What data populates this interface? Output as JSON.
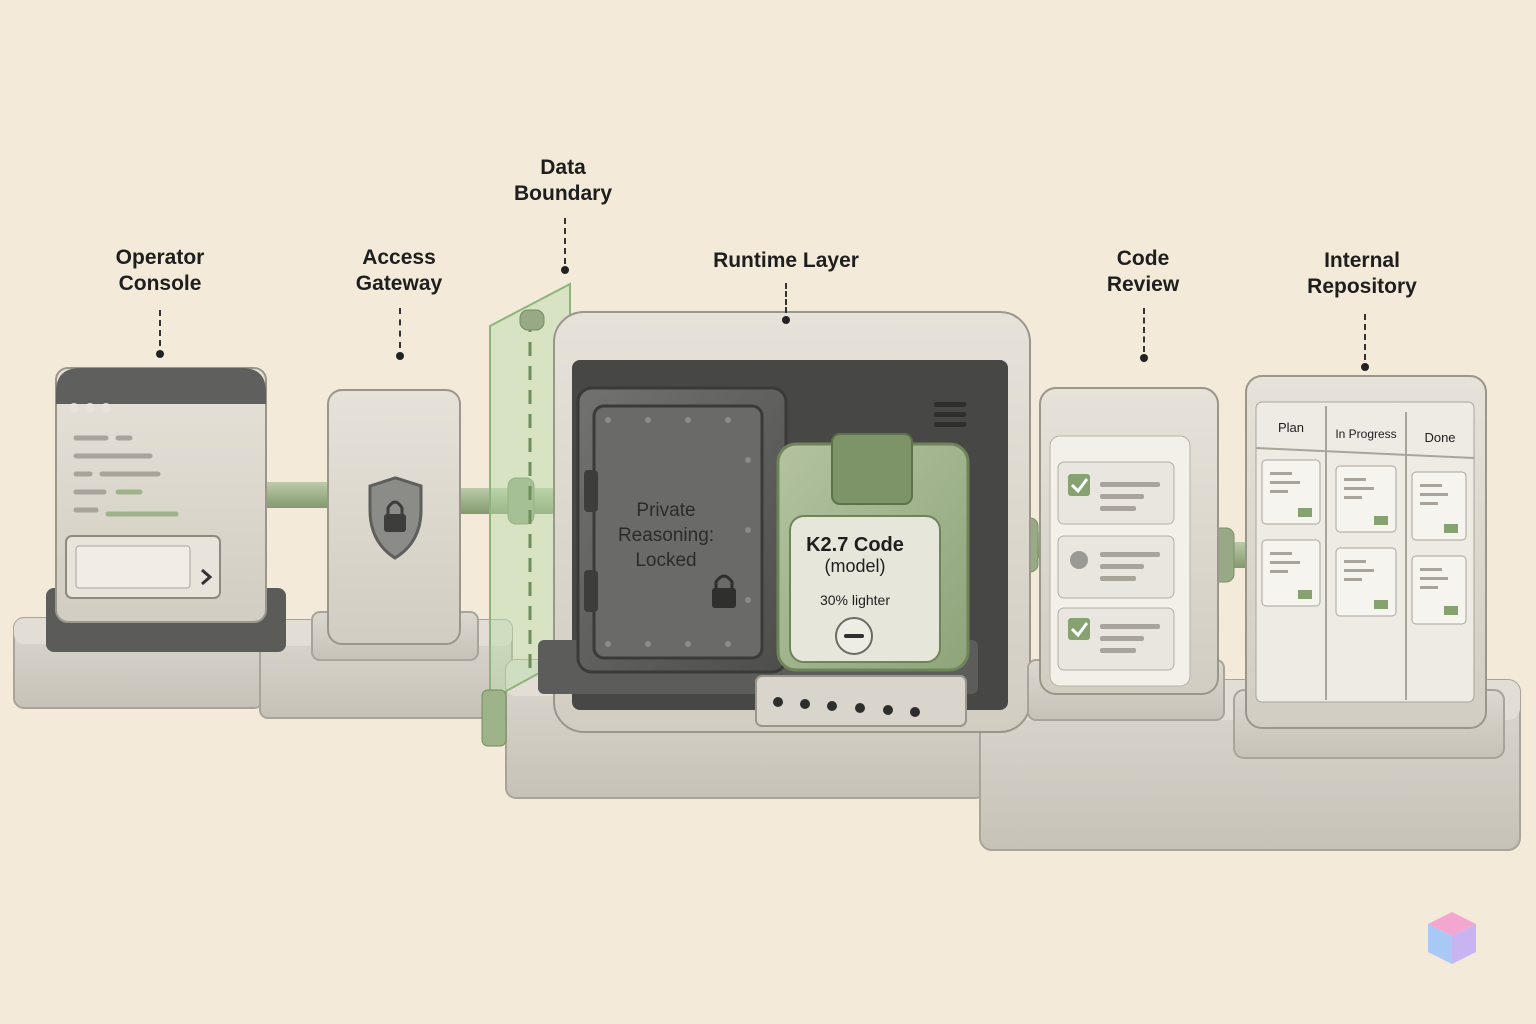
{
  "labels": {
    "operator_console": [
      "Operator",
      "Console"
    ],
    "access_gateway": [
      "Access",
      "Gateway"
    ],
    "data_boundary": [
      "Data",
      "Boundary"
    ],
    "runtime_layer": [
      "Runtime Layer"
    ],
    "code_review": [
      "Code",
      "Review"
    ],
    "internal_repository": [
      "Internal",
      "Repository"
    ]
  },
  "vault": {
    "line1": "Private",
    "line2": "Reasoning:",
    "line3": "Locked"
  },
  "model_box": {
    "name": "K2.7 Code",
    "subtitle": "(model)",
    "note": "30% lighter"
  },
  "kanban": {
    "columns": [
      "Plan",
      "In Progress",
      "Done"
    ]
  },
  "review": {
    "items": [
      {
        "state": "checked"
      },
      {
        "state": "pending"
      },
      {
        "state": "checked"
      }
    ]
  },
  "colors": {
    "background": "#f3ead9",
    "device": "#dedad1",
    "dark": "#5d5d5b",
    "sage": "#a9bb95",
    "glass": "#b8dca8"
  },
  "icons": {
    "gateway": "shield-lock-icon",
    "vault": "padlock-icon",
    "model": "minus-icon",
    "console": "chevron-right-icon",
    "review_done": "checkmark-icon"
  }
}
